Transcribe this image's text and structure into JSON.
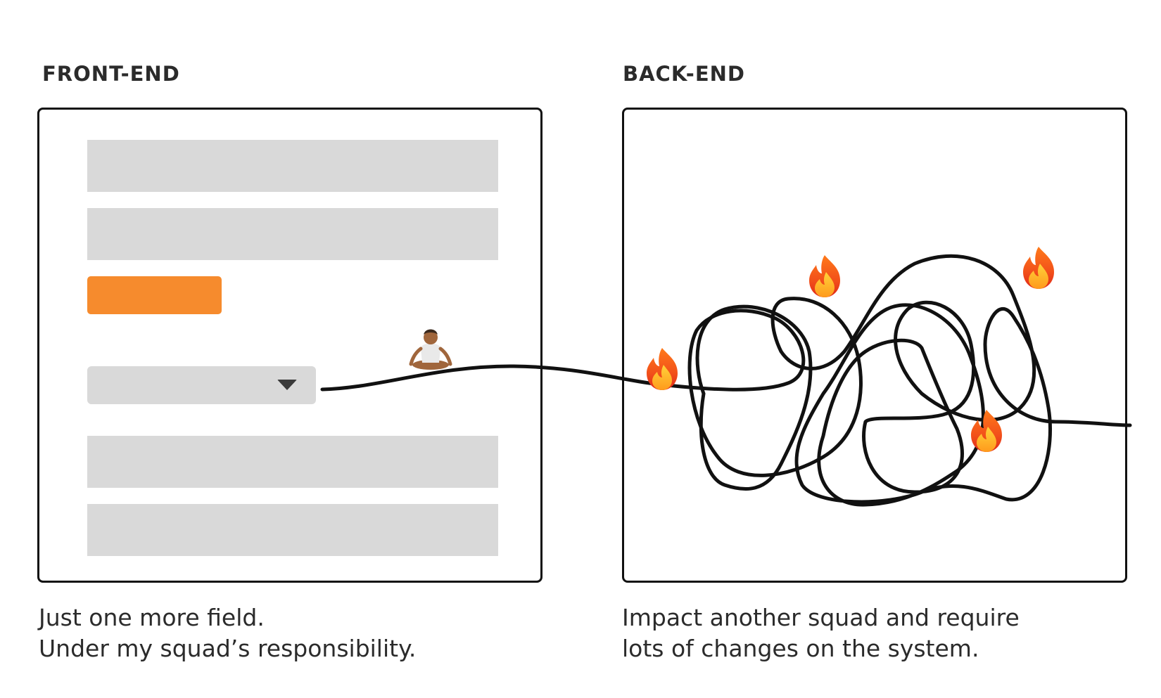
{
  "front_end": {
    "heading": "FRONT-END",
    "caption_line1": "Just one more field.",
    "caption_line2": "Under my squad’s responsibility.",
    "accent_color": "#f68b2d",
    "field_color": "#d9d9d9"
  },
  "back_end": {
    "heading": "BACK-END",
    "caption_line1": "Impact another squad and require",
    "caption_line2": "lots of changes on the system."
  },
  "icons": {
    "person": "meditating-person-icon",
    "fire": "fire-icon"
  }
}
